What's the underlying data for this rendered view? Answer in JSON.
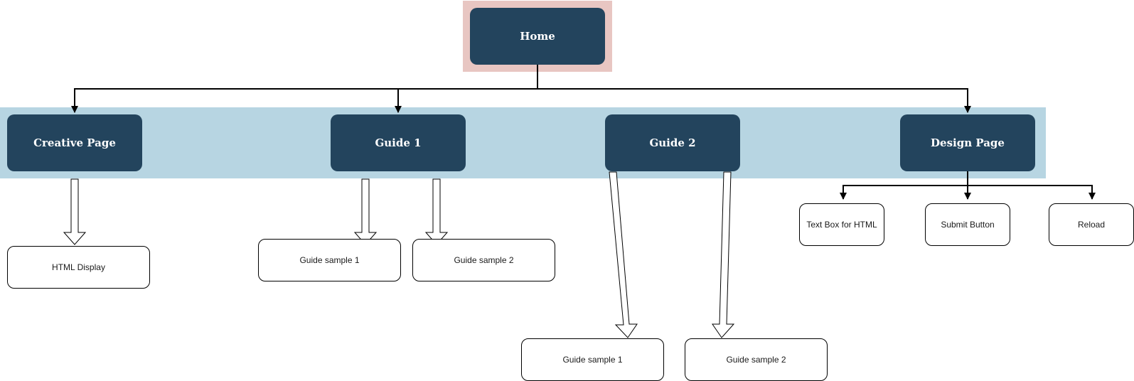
{
  "diagram": {
    "root": {
      "label": "Home"
    },
    "sections": [
      {
        "label": "Creative Page",
        "children": [
          "HTML Display"
        ]
      },
      {
        "label": "Guide 1",
        "children": [
          "Guide sample 1",
          "Guide sample 2"
        ]
      },
      {
        "label": "Guide 2",
        "children": [
          "Guide sample 1",
          "Guide sample 2"
        ]
      },
      {
        "label": "Design Page",
        "children": [
          "Text Box for HTML",
          "Submit Button",
          "Reload"
        ]
      }
    ]
  },
  "colors": {
    "dark_node": "#23445d",
    "section_band": "#b7d5e2",
    "root_highlight": "#e8c6c2",
    "connector": "#000000"
  }
}
